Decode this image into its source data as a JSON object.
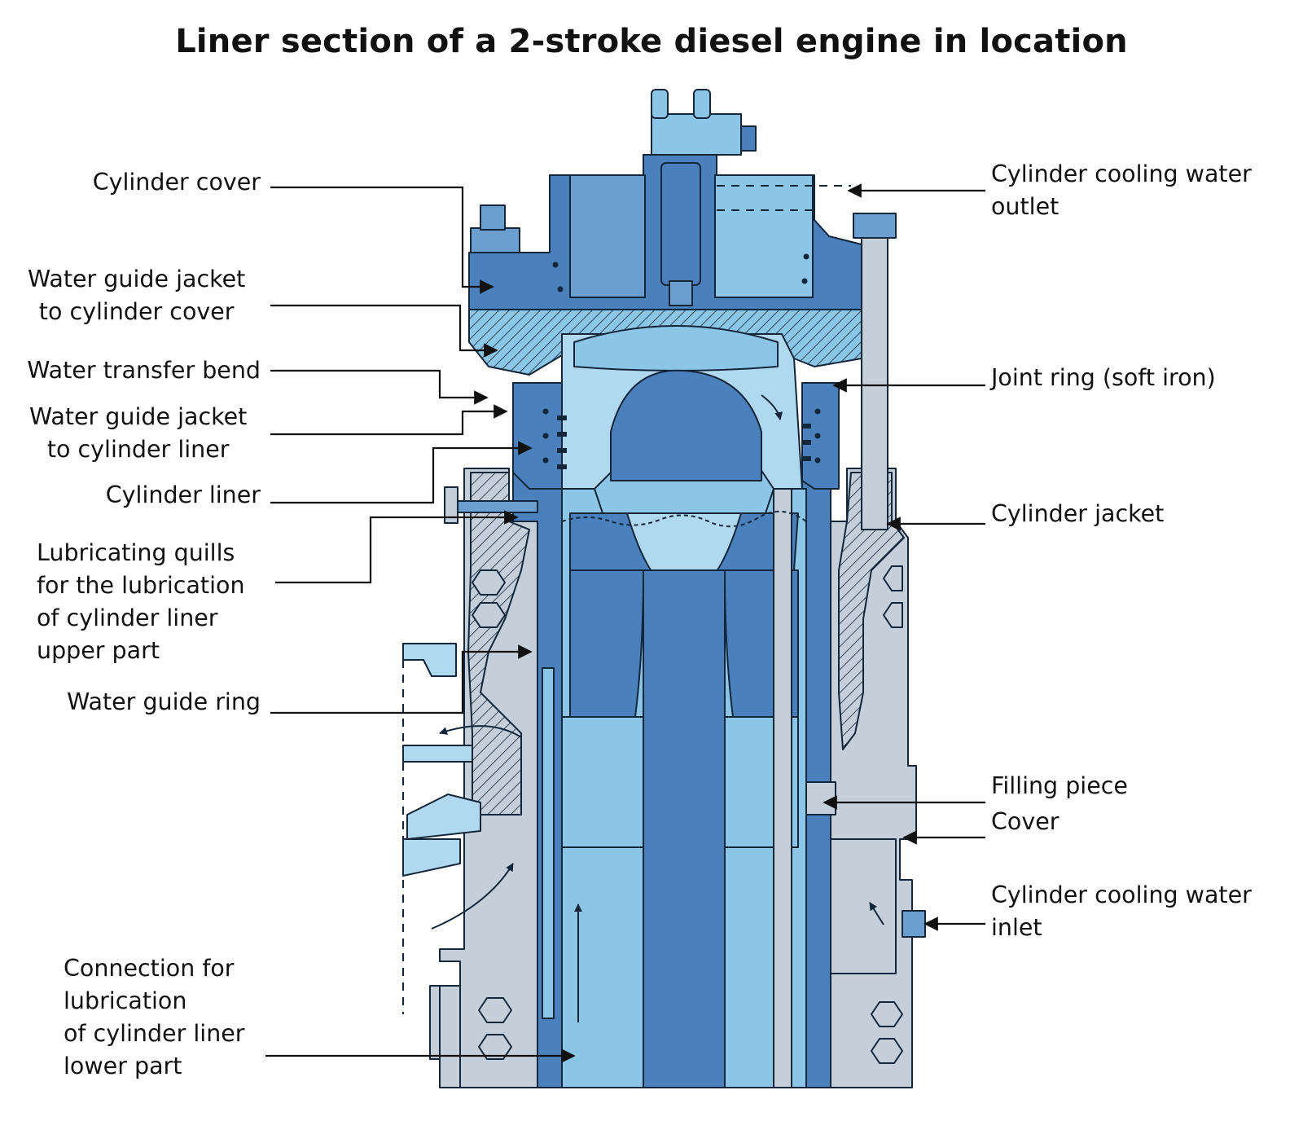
{
  "title": "Liner section of a 2-stroke diesel engine in location",
  "labels_left": [
    {
      "id": "cylinder-cover",
      "lines": [
        "Cylinder cover"
      ]
    },
    {
      "id": "water-guide-jacket-cover",
      "lines": [
        "Water guide jacket",
        "to cylinder cover"
      ]
    },
    {
      "id": "water-transfer-bend",
      "lines": [
        "Water transfer bend"
      ]
    },
    {
      "id": "water-guide-jacket-liner",
      "lines": [
        "Water guide jacket",
        "to cylinder liner"
      ]
    },
    {
      "id": "cylinder-liner",
      "lines": [
        "Cylinder liner"
      ]
    },
    {
      "id": "lubricating-quills",
      "lines": [
        "Lubricating quills",
        "for the lubrication",
        "of cylinder liner",
        "upper part"
      ]
    },
    {
      "id": "water-guide-ring",
      "lines": [
        "Water guide ring"
      ]
    },
    {
      "id": "connection-lubrication",
      "lines": [
        "Connection for",
        "lubrication",
        "of cylinder liner",
        "lower part"
      ]
    }
  ],
  "labels_right": [
    {
      "id": "cooling-water-outlet",
      "lines": [
        "Cylinder cooling water",
        "outlet"
      ]
    },
    {
      "id": "joint-ring",
      "lines": [
        "Joint ring (soft iron)"
      ]
    },
    {
      "id": "cylinder-jacket",
      "lines": [
        "Cylinder jacket"
      ]
    },
    {
      "id": "filling-piece",
      "lines": [
        "Filling piece"
      ]
    },
    {
      "id": "cover",
      "lines": [
        "Cover"
      ]
    },
    {
      "id": "cooling-water-inlet",
      "lines": [
        "Cylinder cooling water",
        "inlet"
      ]
    }
  ],
  "colors": {
    "dark_blue": "#4a80bb",
    "mid_blue": "#6a9fd0",
    "light_blue": "#8cc6e6",
    "pale_blue": "#b0d8ee",
    "grey_metal": "#c4cfd9",
    "outline": "#14263a",
    "leader": "#111111"
  }
}
